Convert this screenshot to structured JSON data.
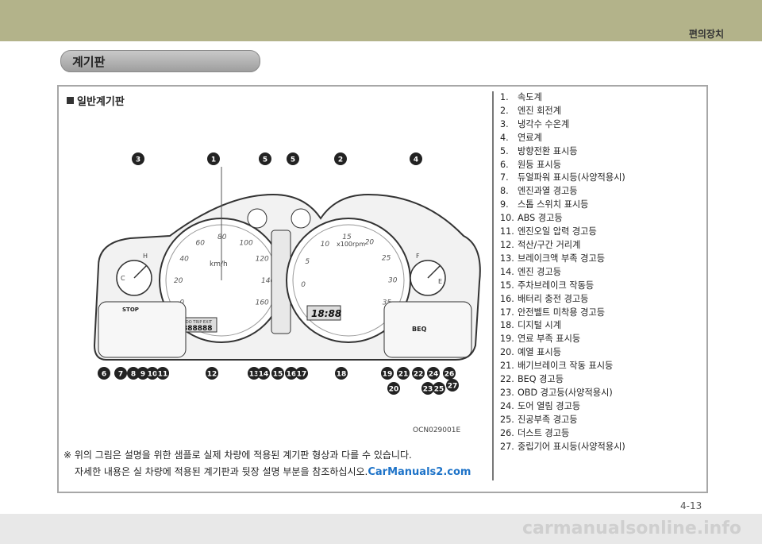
{
  "header": {
    "section": "편의장치"
  },
  "page_title": "계기판",
  "subheading": "일반계기판",
  "diagram": {
    "code": "OCN029001E",
    "speed_labels": [
      "0",
      "20",
      "40",
      "60",
      "80",
      "100",
      "120",
      "140",
      "160"
    ],
    "speed_unit": "km/h",
    "rpm_labels": [
      "0",
      "5",
      "10",
      "15",
      "20",
      "25",
      "30",
      "35"
    ],
    "rpm_unit": "x100rpm",
    "clock": "18:88",
    "odo": "888888",
    "stop_label": "STOP",
    "beq_label": "BEQ",
    "odo_header": "ODO TRIP EXIT",
    "callouts_top": [
      "3",
      "1",
      "5",
      "5",
      "2",
      "4"
    ],
    "callouts_bottom": [
      "6",
      "7",
      "8",
      "9",
      "10",
      "11",
      "12",
      "13",
      "14",
      "15",
      "16",
      "17",
      "18",
      "19",
      "21",
      "22",
      "24",
      "26"
    ],
    "callouts_lower": [
      "20",
      "23",
      "25",
      "27"
    ]
  },
  "items": [
    {
      "num": "1.",
      "label": "속도계"
    },
    {
      "num": "2.",
      "label": "엔진 회전계"
    },
    {
      "num": "3.",
      "label": "냉각수 수온계"
    },
    {
      "num": "4.",
      "label": "연료계"
    },
    {
      "num": "5.",
      "label": "방향전환 표시등"
    },
    {
      "num": "6.",
      "label": "원등 표시등"
    },
    {
      "num": "7.",
      "label": "듀얼파워 표시등(사양적용시)"
    },
    {
      "num": "8.",
      "label": "엔진과열 경고등"
    },
    {
      "num": "9.",
      "label": "스톱 스위치 표시등"
    },
    {
      "num": "10.",
      "label": "ABS 경고등"
    },
    {
      "num": "11.",
      "label": "엔진오일 압력 경고등"
    },
    {
      "num": "12.",
      "label": "적산/구간 거리계"
    },
    {
      "num": "13.",
      "label": "브레이크액 부족 경고등"
    },
    {
      "num": "14.",
      "label": "엔진 경고등"
    },
    {
      "num": "15.",
      "label": "주차브레이크 작동등"
    },
    {
      "num": "16.",
      "label": "배터리 충전 경고등"
    },
    {
      "num": "17.",
      "label": "안전벨트 미착용 경고등"
    },
    {
      "num": "18.",
      "label": "디지털 시계"
    },
    {
      "num": "19.",
      "label": "연료 부족 표시등"
    },
    {
      "num": "20.",
      "label": "예열 표시등"
    },
    {
      "num": "21.",
      "label": "배기브레이크 작동 표시등"
    },
    {
      "num": "22.",
      "label": "BEQ 경고등"
    },
    {
      "num": "23.",
      "label": "OBD 경고등(사양적용시)"
    },
    {
      "num": "24.",
      "label": "도어 열림 경고등"
    },
    {
      "num": "25.",
      "label": "진공부족 경고등"
    },
    {
      "num": "26.",
      "label": "더스트 경고등"
    },
    {
      "num": "27.",
      "label": "중립기어 표시등(사양적용시)"
    }
  ],
  "note": {
    "line1": "※ 위의 그림은 설명을 위한 샘플로 실제 차량에 적용된 계기판 형상과 다를 수 있습니다.",
    "line2": "자세한 내용은 실 차량에 적용된 계기판과 뒷장 설명 부분을 참조하십시오.",
    "watermark": "CarManuals2.com"
  },
  "page_number": "4-13",
  "footer_watermark": "carmanualsonline.info"
}
